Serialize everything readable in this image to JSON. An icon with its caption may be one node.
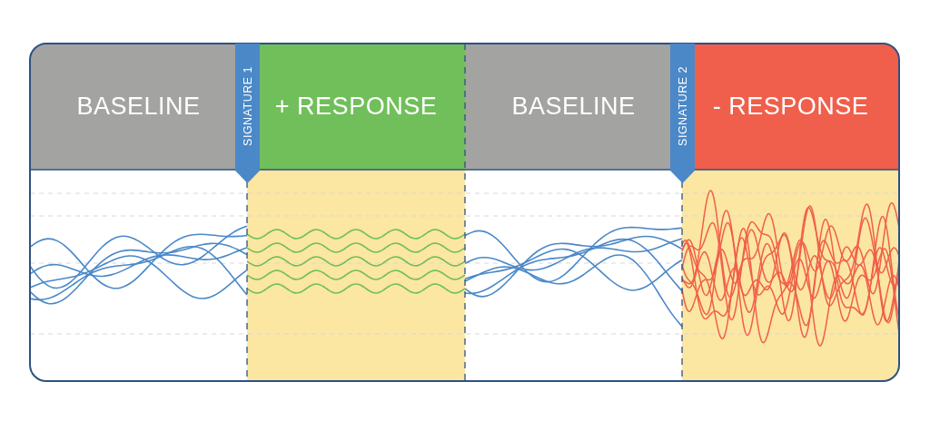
{
  "diagram": {
    "nodes": [
      {
        "text": [
          "BASELINE"
        ]
      },
      {
        "text": [
          "+ RESPONSE"
        ]
      },
      {
        "text": [
          "BASELINE"
        ]
      },
      {
        "text": [
          "- RESPONSE"
        ]
      },
      {
        "text": [
          "SIGNATURE 1"
        ]
      },
      {
        "text": [
          "SIGNATURE 2"
        ]
      }
    ]
  }
}
